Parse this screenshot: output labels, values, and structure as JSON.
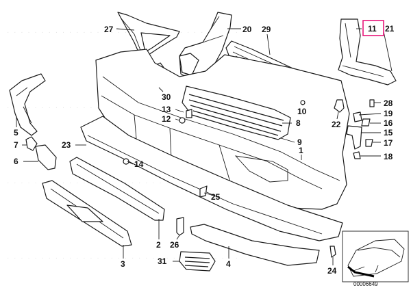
{
  "diagram": {
    "drawing_number": "00006649",
    "highlighted_callout": "11",
    "colors": {
      "line": "#1a1a1a",
      "highlight": "#e8157a",
      "background": "#ffffff"
    },
    "callouts": {
      "c1": "1",
      "c2": "2",
      "c3": "3",
      "c4": "4",
      "c5": "5",
      "c6": "6",
      "c7": "7",
      "c8": "8",
      "c9": "9",
      "c10": "10",
      "c11": "11",
      "c12": "12",
      "c13": "13",
      "c14": "14",
      "c15": "15",
      "c16": "16",
      "c17": "17",
      "c18": "18",
      "c19": "19",
      "c20": "20",
      "c21": "21",
      "c22": "22",
      "c23": "23",
      "c24": "24",
      "c25": "25",
      "c26": "26",
      "c27": "27",
      "c28": "28",
      "c29": "29",
      "c30": "30",
      "c31": "31"
    }
  }
}
